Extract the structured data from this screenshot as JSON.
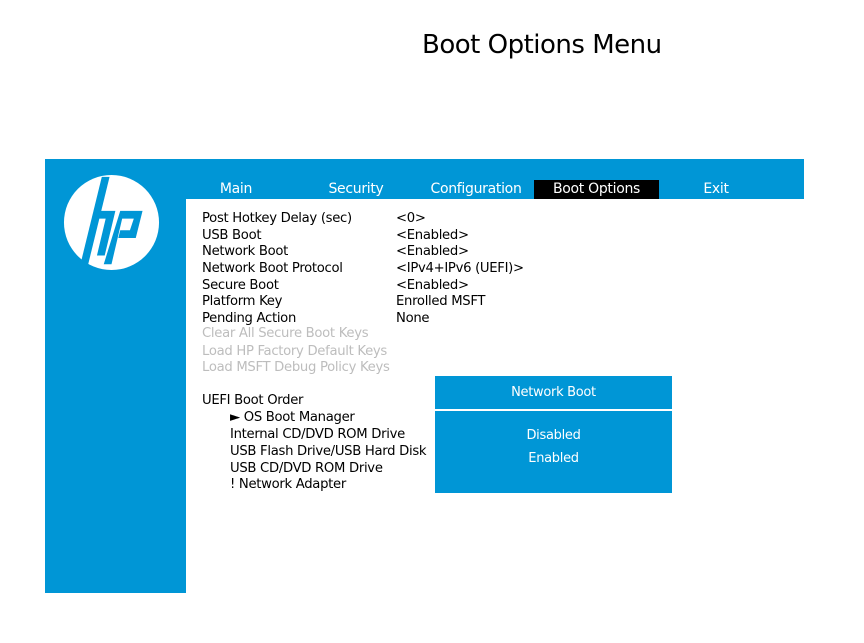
{
  "header": {
    "title": "Boot Options Menu"
  },
  "brand": {
    "logo": "hp-logo",
    "accent_color": "#0096d6",
    "active_tab_bg": "#000000"
  },
  "tabs": [
    {
      "label": "Main",
      "active": false
    },
    {
      "label": "Security",
      "active": false
    },
    {
      "label": "Configuration",
      "active": false
    },
    {
      "label": "Boot Options",
      "active": true
    },
    {
      "label": "Exit",
      "active": false
    }
  ],
  "settings": [
    {
      "label": "Post Hotkey Delay (sec)",
      "value": "<0>"
    },
    {
      "label": "USB Boot",
      "value": "<Enabled>"
    },
    {
      "label": "Network Boot",
      "value": "<Enabled>"
    },
    {
      "label": "Network Boot Protocol",
      "value": "<IPv4+IPv6 (UEFI)>"
    },
    {
      "label": "Secure Boot",
      "value": "<Enabled>"
    },
    {
      "label": "Platform Key",
      "value": "Enrolled MSFT"
    },
    {
      "label": "Pending Action",
      "value": "None"
    }
  ],
  "disabled_actions": [
    "Clear All Secure Boot Keys",
    "Load HP Factory Default Keys",
    "Load MSFT Debug Policy Keys"
  ],
  "boot_order": {
    "title": "UEFI Boot Order",
    "items": [
      "► OS Boot Manager",
      "Internal CD/DVD ROM Drive",
      "USB Flash Drive/USB Hard Disk",
      "USB CD/DVD ROM Drive",
      "! Network Adapter"
    ]
  },
  "popup": {
    "title": "Network Boot",
    "options": [
      "Disabled",
      "Enabled"
    ]
  }
}
